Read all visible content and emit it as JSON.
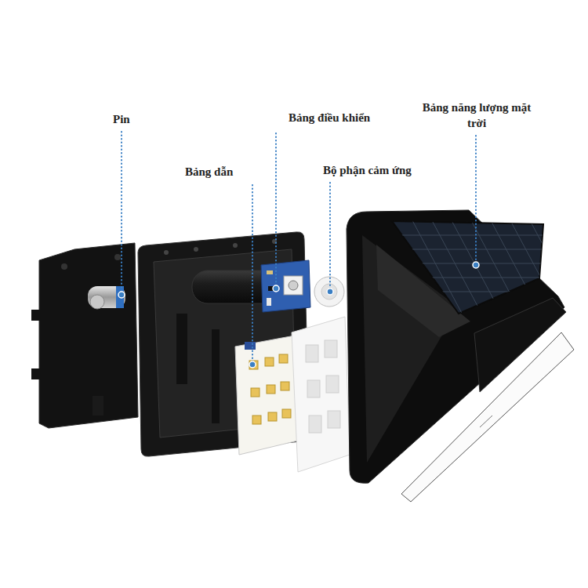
{
  "diagram": {
    "labels": [
      "Pin",
      "Bảng điều khiển",
      "Bảng dẫn",
      "Bộ phận cảm ứng",
      "Bảng năng lượng mặt trời"
    ]
  }
}
